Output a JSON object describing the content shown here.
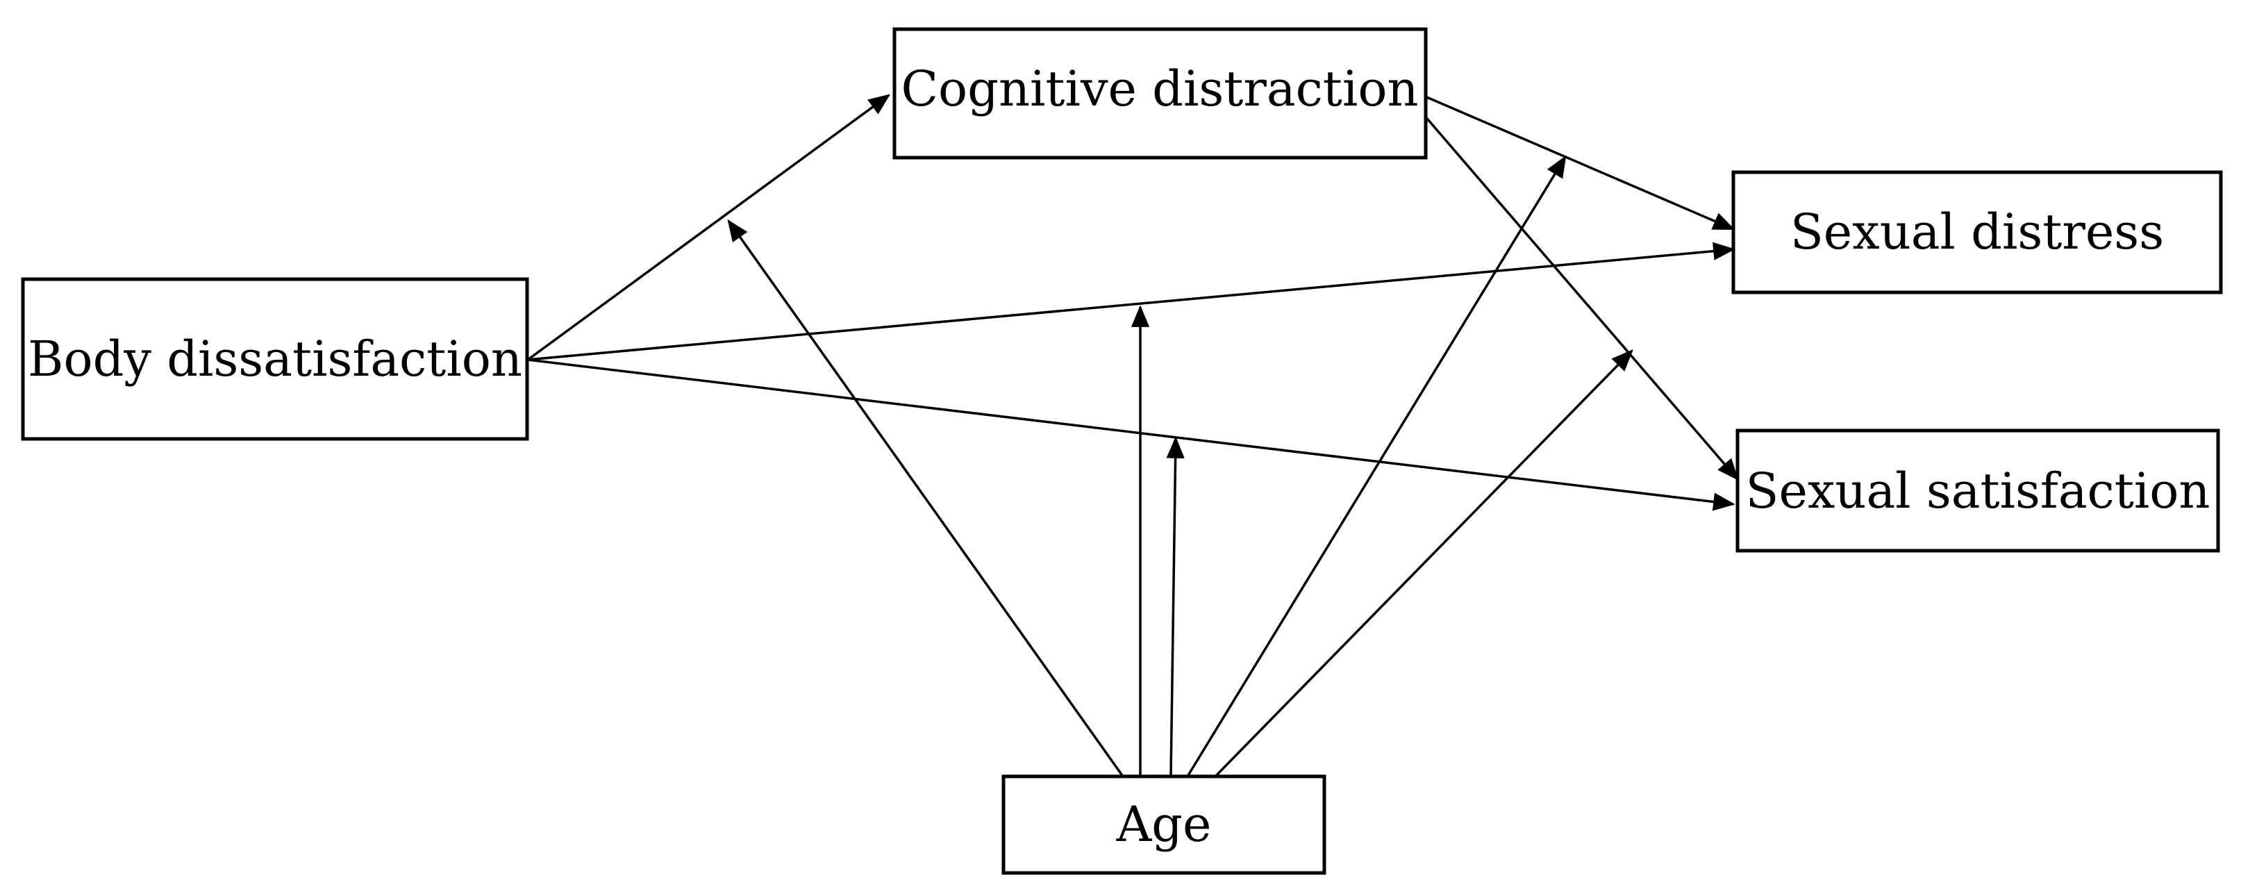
{
  "nodes": {
    "cognitive_distraction": "Cognitive distraction",
    "body_dissatisfaction": "Body dissatisfaction",
    "sexual_distress": "Sexual distress",
    "sexual_satisfaction": "Sexual satisfaction",
    "age": "Age"
  },
  "paths": [
    {
      "from": "Body dissatisfaction",
      "to": "Cognitive distraction"
    },
    {
      "from": "Body dissatisfaction",
      "to": "Sexual distress"
    },
    {
      "from": "Body dissatisfaction",
      "to": "Sexual satisfaction"
    },
    {
      "from": "Cognitive distraction",
      "to": "Sexual distress"
    },
    {
      "from": "Cognitive distraction",
      "to": "Sexual satisfaction"
    }
  ],
  "moderations": [
    {
      "from": "Age",
      "to_path": "Body dissatisfaction → Cognitive distraction"
    },
    {
      "from": "Age",
      "to_path": "Body dissatisfaction → Sexual distress"
    },
    {
      "from": "Age",
      "to_path": "Body dissatisfaction → Sexual satisfaction"
    },
    {
      "from": "Age",
      "to_path": "Cognitive distraction → Sexual distress"
    },
    {
      "from": "Age",
      "to_path": "Cognitive distraction → Sexual satisfaction"
    }
  ]
}
